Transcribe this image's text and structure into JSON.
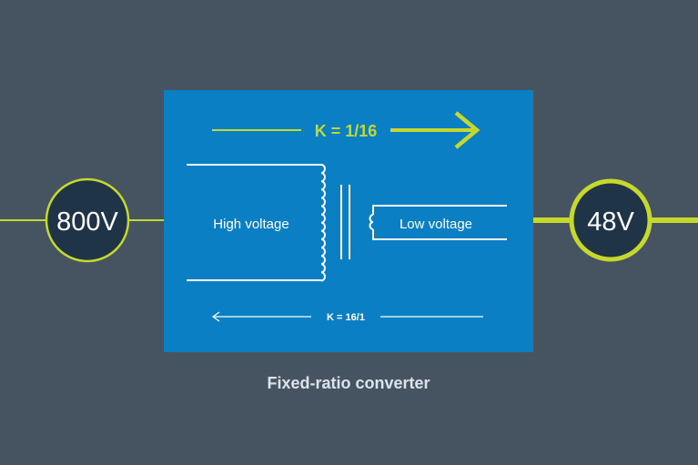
{
  "input_voltage": "800V",
  "output_voltage": "48V",
  "primary_label": "High voltage",
  "secondary_label": "Low voltage",
  "forward_ratio": "K = 1/16",
  "reverse_ratio": "K = 16/1",
  "caption": "Fixed-ratio converter",
  "colors": {
    "background": "#465462",
    "converter_box": "#0a7fc3",
    "accent": "#c6d82b",
    "node_fill": "#1f3447",
    "white": "#ffffff",
    "caption": "#dde3e8"
  }
}
